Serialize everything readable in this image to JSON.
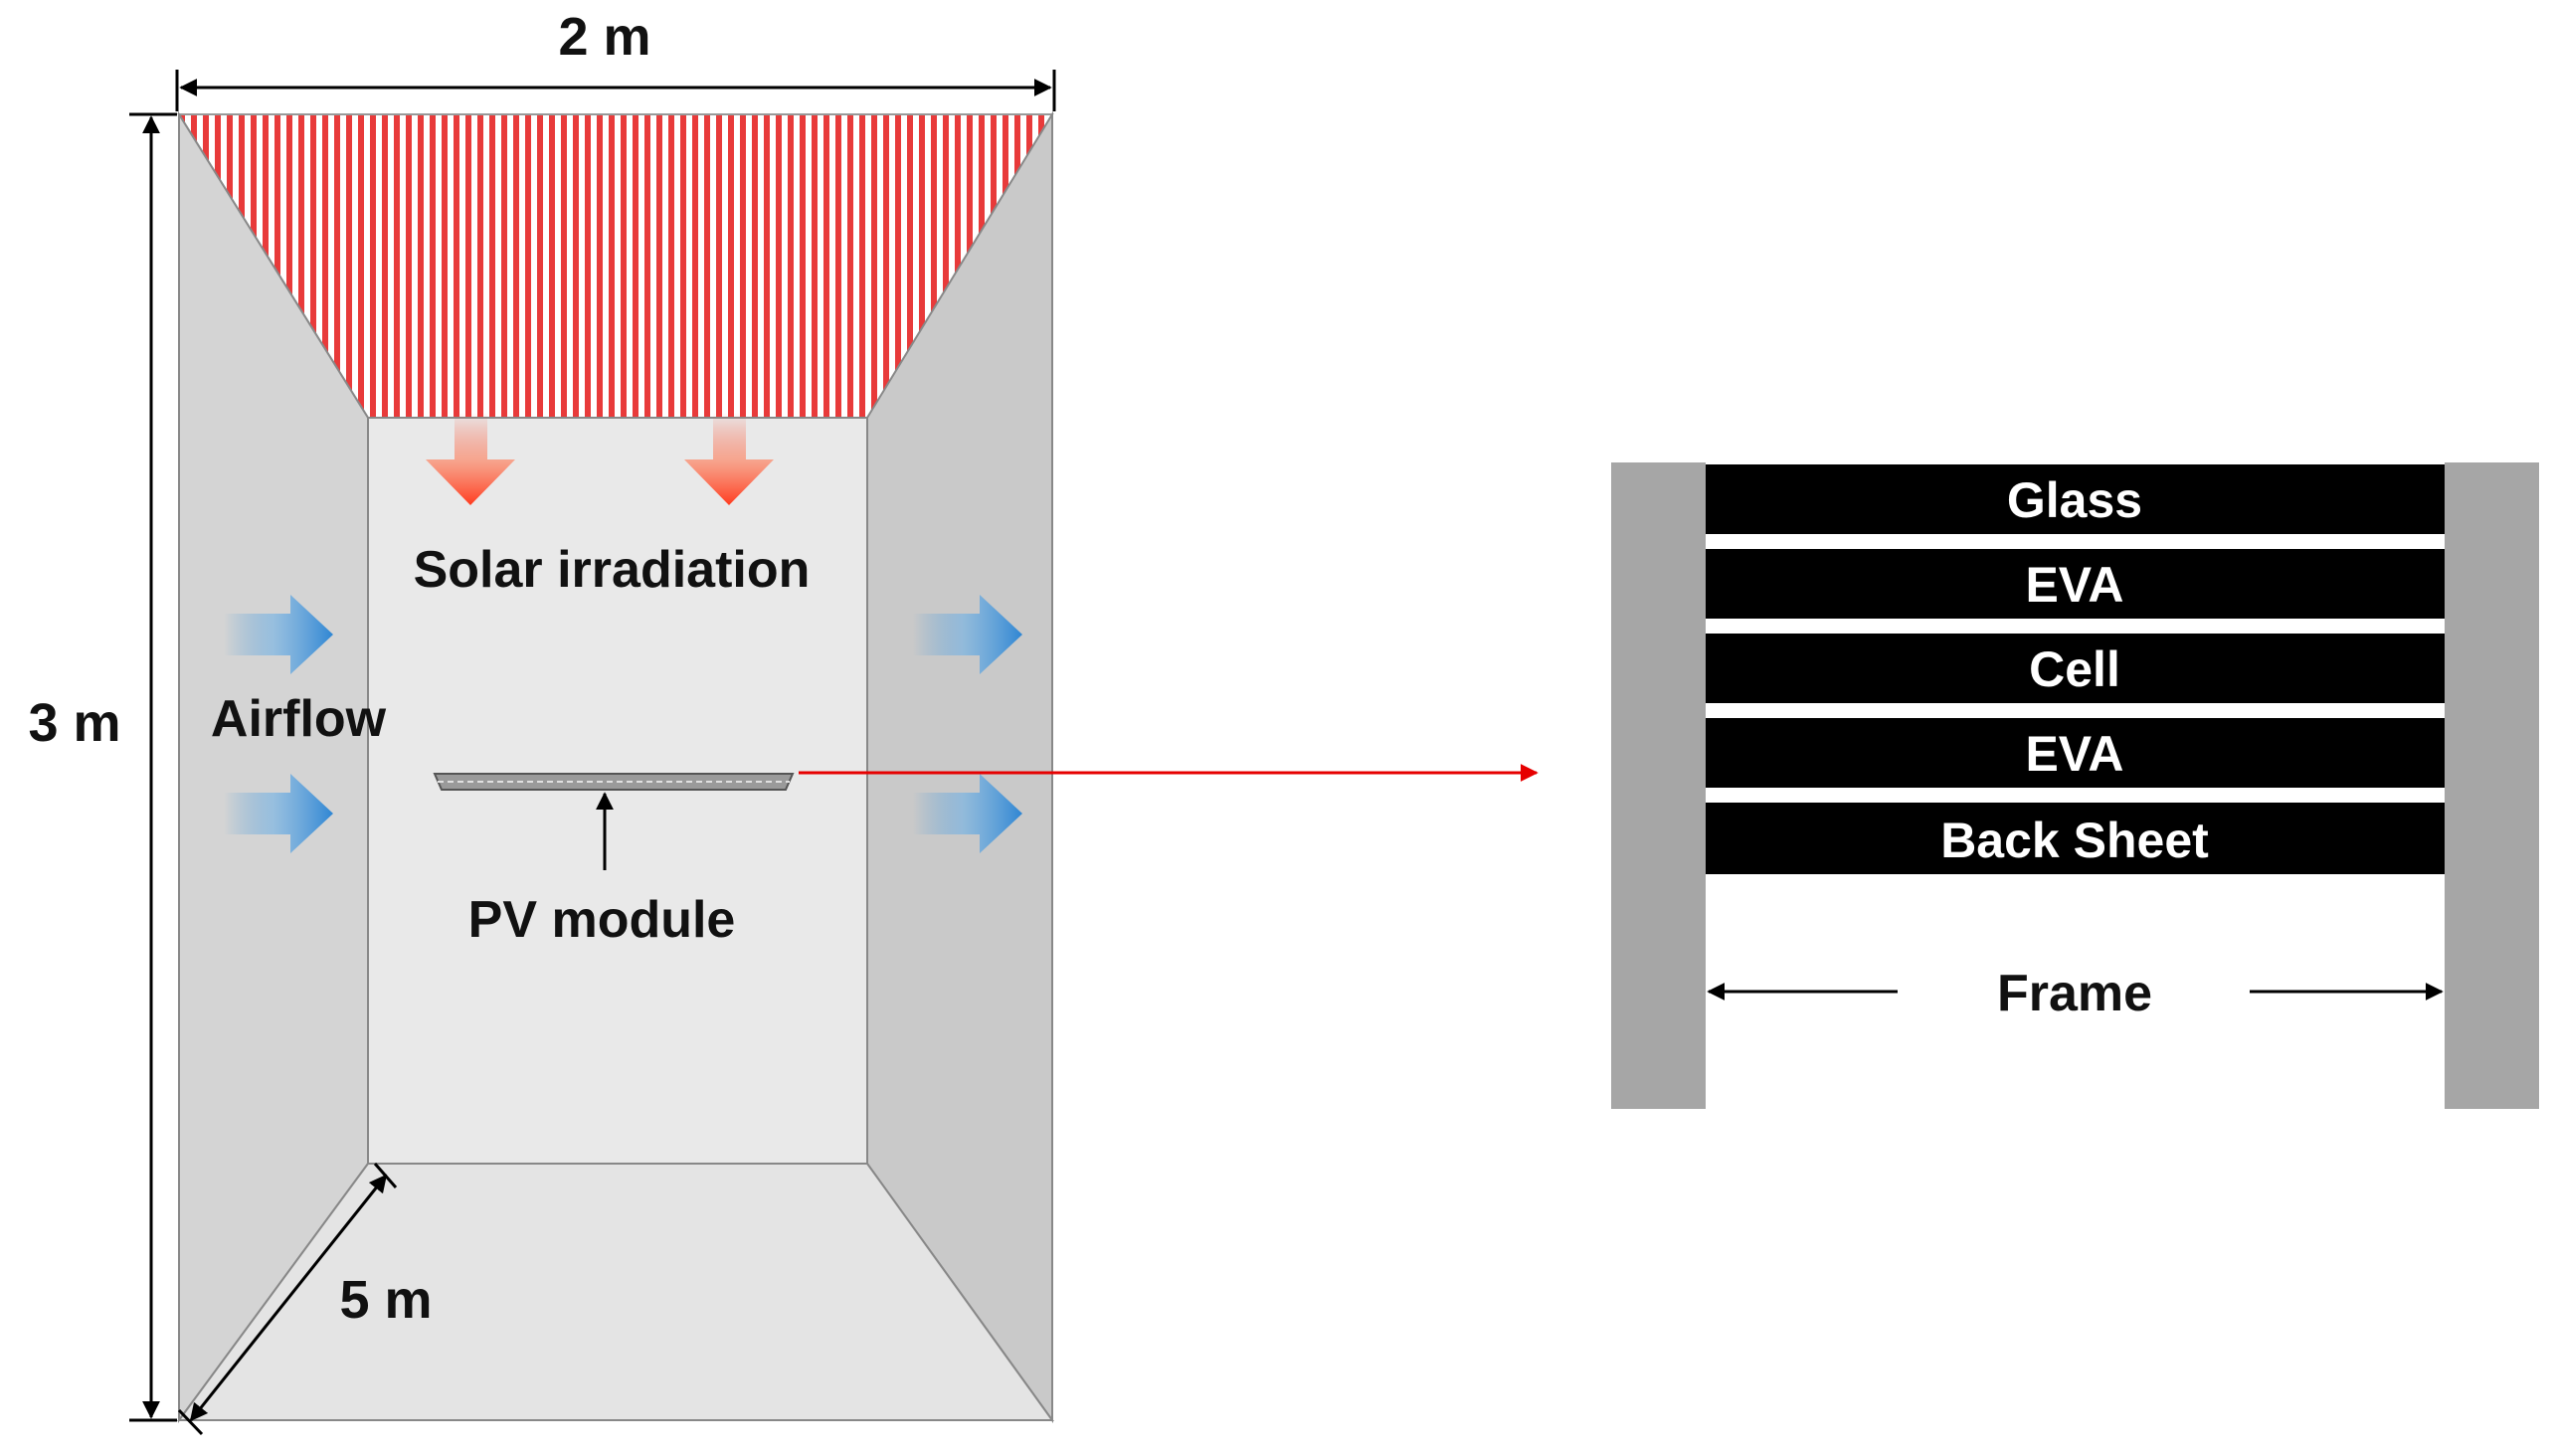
{
  "chamber": {
    "width_label": "2 m",
    "height_label": "3 m",
    "depth_label": "5 m",
    "solar_label": "Solar irradiation",
    "airflow_label": "Airflow",
    "module_label": "PV module"
  },
  "cross_section": {
    "layers": [
      {
        "label": "Glass"
      },
      {
        "label": "EVA"
      },
      {
        "label": "Cell"
      },
      {
        "label": "EVA"
      },
      {
        "label": "Back Sheet"
      }
    ],
    "frame_label": "Frame"
  },
  "colors": {
    "irradiation_stripe": "#e83a3a",
    "airflow_arrow": "#3a8fd6",
    "solar_arrow": "#ff3b1f",
    "pointer_line": "#e60000",
    "frame": "#a6a6a6",
    "layer_fill": "#000000"
  }
}
